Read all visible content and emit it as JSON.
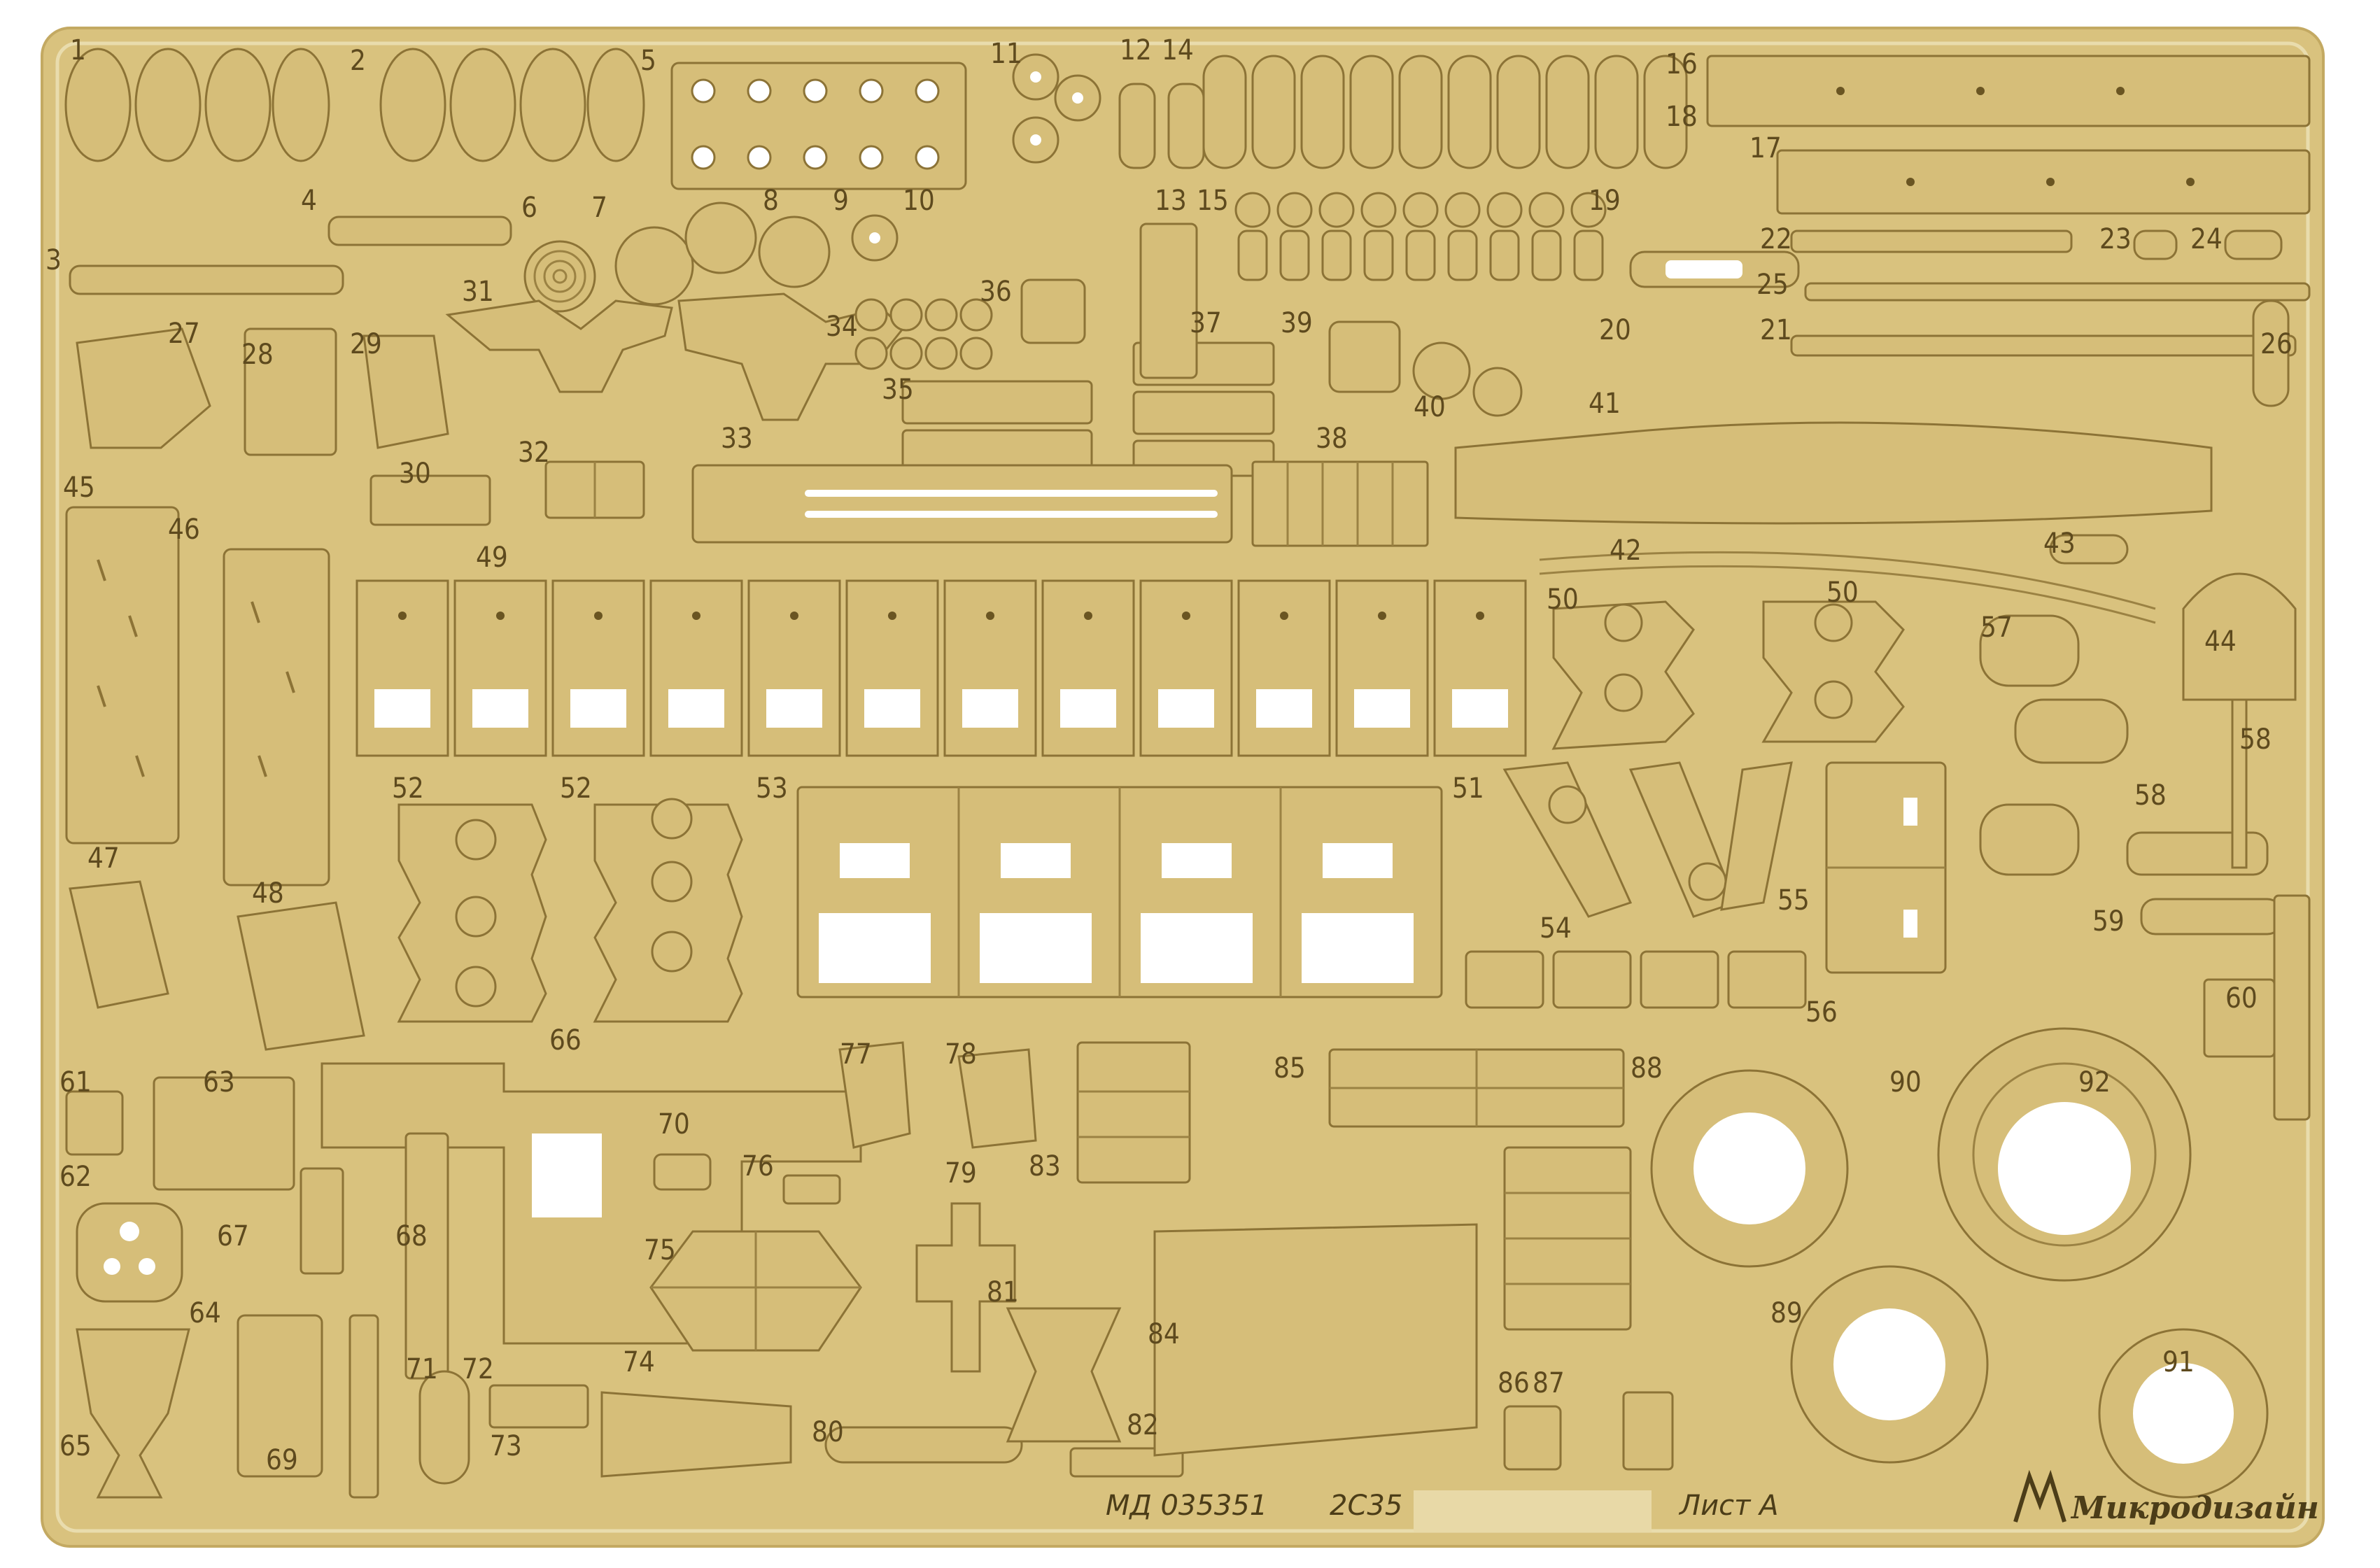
{
  "fret": {
    "colors": {
      "brass": "#d9c27e",
      "brass_dark": "#8c7336",
      "background": "#ffffff",
      "label": "#5e4a1e"
    },
    "part_numbers": [
      "1",
      "2",
      "3",
      "4",
      "5",
      "6",
      "7",
      "8",
      "9",
      "10",
      "11",
      "12",
      "13",
      "14",
      "15",
      "16",
      "17",
      "18",
      "19",
      "20",
      "21",
      "22",
      "23",
      "24",
      "25",
      "26",
      "27",
      "28",
      "29",
      "30",
      "31",
      "32",
      "33",
      "34",
      "35",
      "36",
      "37",
      "38",
      "39",
      "40",
      "41",
      "42",
      "43",
      "44",
      "45",
      "46",
      "47",
      "48",
      "49",
      "50",
      "50",
      "51",
      "52",
      "52",
      "53",
      "54",
      "55",
      "56",
      "57",
      "58",
      "58",
      "59",
      "60",
      "61",
      "62",
      "63",
      "64",
      "65",
      "66",
      "67",
      "68",
      "69",
      "70",
      "71",
      "72",
      "73",
      "74",
      "75",
      "76",
      "77",
      "78",
      "79",
      "80",
      "81",
      "82",
      "83",
      "84",
      "85",
      "86",
      "87",
      "88",
      "89",
      "90",
      "91",
      "92"
    ],
    "footer": {
      "code": "МД 035351",
      "model": "2С35",
      "sheet": "Лист А",
      "brand": "Микродизайн"
    }
  }
}
